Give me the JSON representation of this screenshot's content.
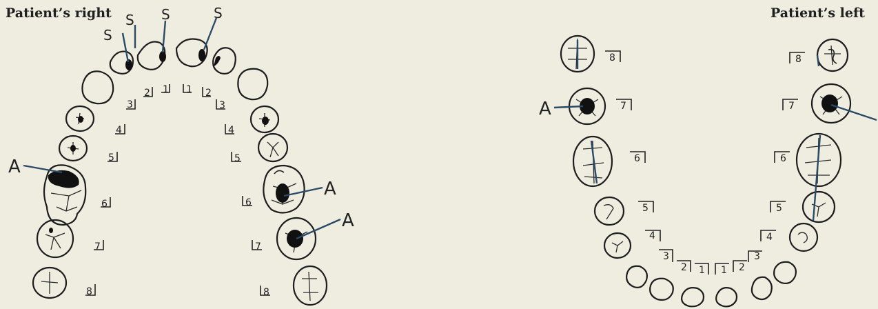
{
  "header": {
    "patient_right": "Patient’s right",
    "patient_left": "Patient’s left"
  },
  "colors": {
    "paper": "#efece0",
    "ink": "#1d1d1d",
    "pen": "#2a4a66",
    "lesion": "#111111"
  },
  "annotations": {
    "s": "S",
    "a": "A"
  },
  "upper_arch": {
    "right_labels": [
      "1",
      "2",
      "3",
      "4",
      "5",
      "6",
      "7",
      "8"
    ],
    "left_labels": [
      "1",
      "2",
      "3",
      "4",
      "5",
      "6",
      "7",
      "8"
    ]
  },
  "lower_arch": {
    "right_labels": [
      "1",
      "2",
      "3",
      "4",
      "5",
      "6",
      "7",
      "8"
    ],
    "left_labels": [
      "1",
      "2",
      "3",
      "4",
      "5",
      "6",
      "7",
      "8"
    ]
  }
}
